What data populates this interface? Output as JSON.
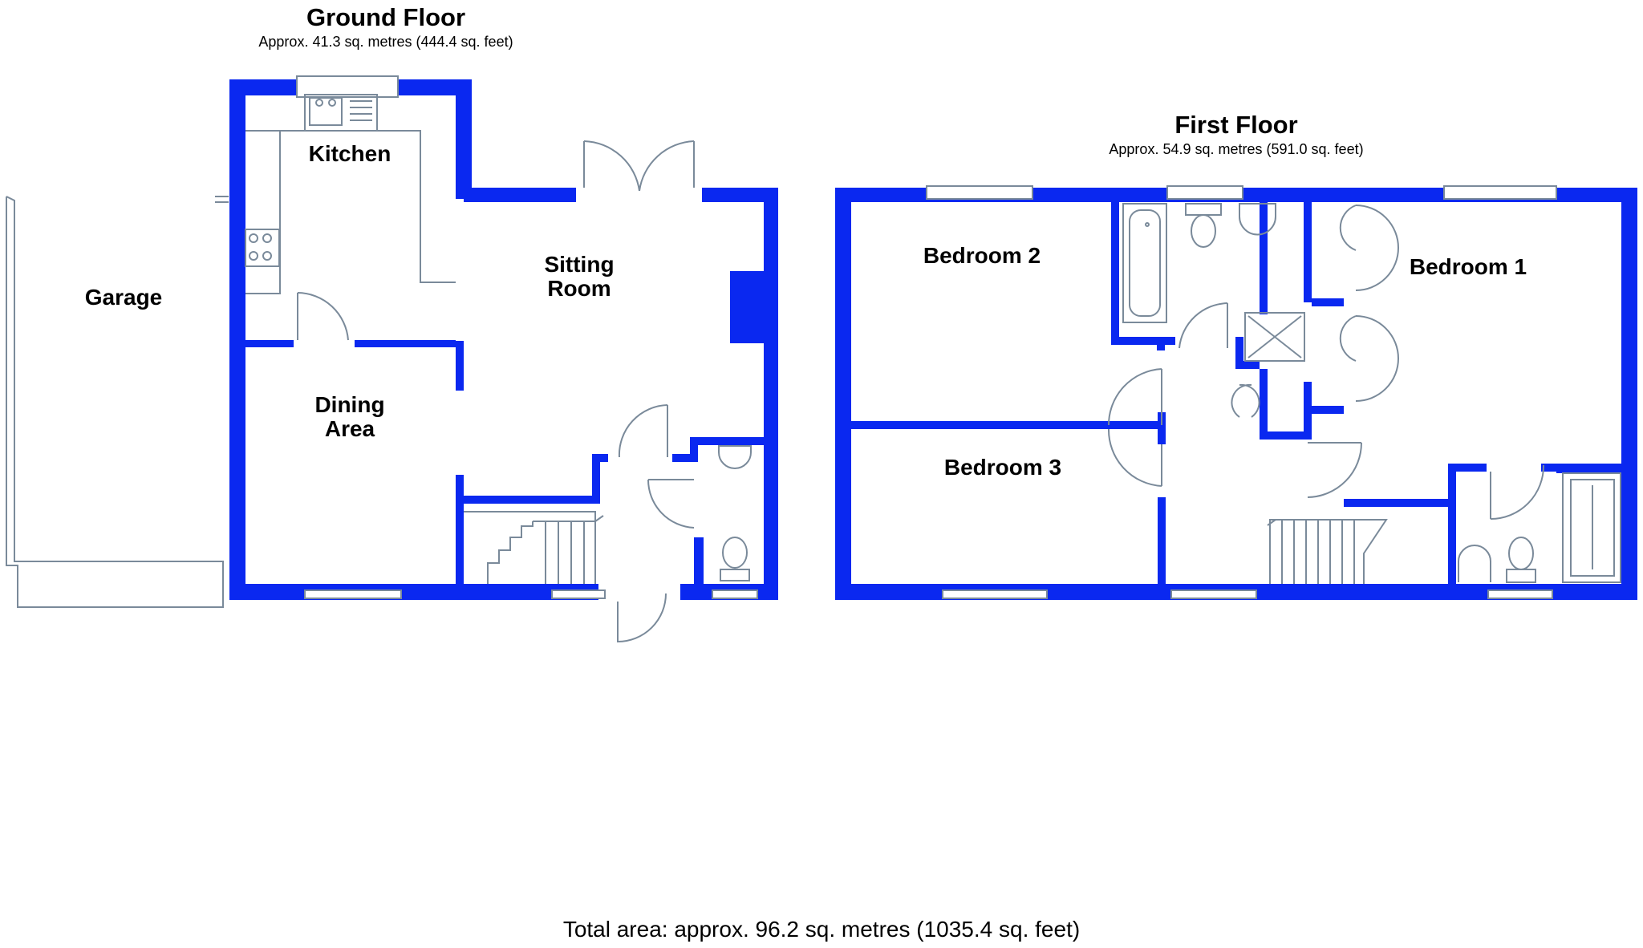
{
  "ground_floor": {
    "title": "Ground Floor",
    "area": "Approx. 41.3 sq. metres (444.4 sq. feet)",
    "rooms": {
      "kitchen": "Kitchen",
      "sitting_1": "Sitting",
      "sitting_2": "Room",
      "dining_1": "Dining",
      "dining_2": "Area",
      "garage": "Garage"
    }
  },
  "first_floor": {
    "title": "First Floor",
    "area": "Approx. 54.9 sq. metres (591.0 sq. feet)",
    "rooms": {
      "bedroom1": "Bedroom 1",
      "bedroom2": "Bedroom 2",
      "bedroom3": "Bedroom 3"
    }
  },
  "total": "Total area: approx. 96.2 sq. metres (1035.4 sq. feet)",
  "colors": {
    "wall": "#0a28f0",
    "line": "#7a8a9a"
  }
}
